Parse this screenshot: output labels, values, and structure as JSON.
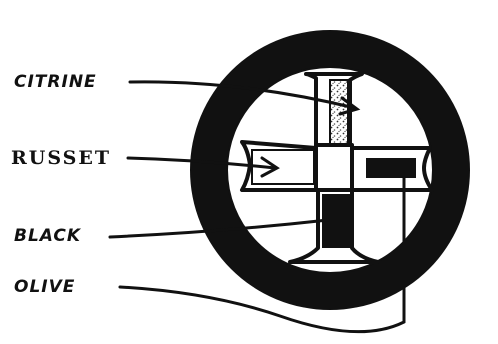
{
  "labels": {
    "citrine": "CITRINE",
    "russet": "RUSSET",
    "black": "BLACK",
    "olive": "OLIVE"
  },
  "colors": {
    "ink": "#111111",
    "paper": "#ffffff"
  }
}
